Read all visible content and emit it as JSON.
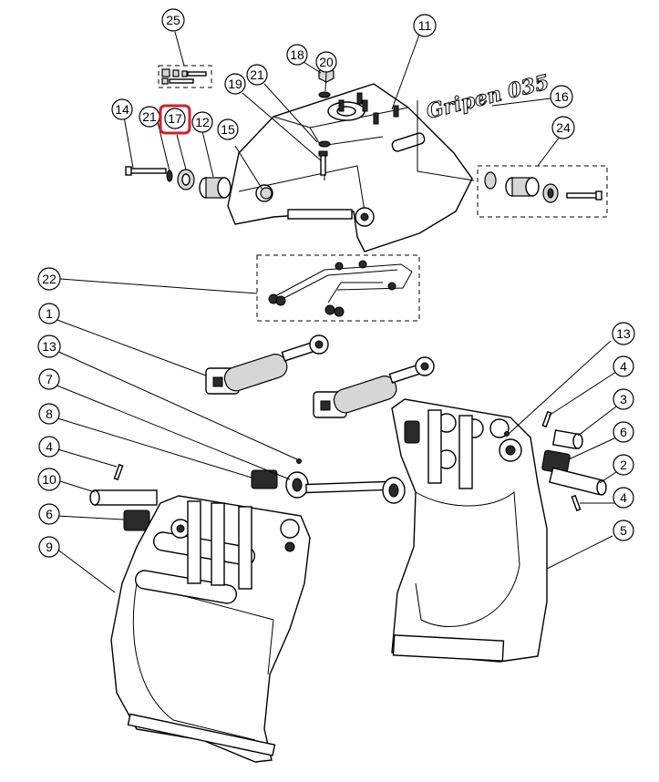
{
  "diagram": {
    "brand_logo": "Gripen 035",
    "callouts": [
      "25",
      "18",
      "20",
      "11",
      "21",
      "19",
      "16",
      "14",
      "21",
      "17",
      "12",
      "15",
      "24",
      "22",
      "1",
      "13",
      "7",
      "8",
      "4",
      "10",
      "6",
      "9",
      "13",
      "4",
      "3",
      "6",
      "2",
      "4",
      "5"
    ],
    "highlighted_callout": "17",
    "highlight_color": "#d0202a"
  }
}
